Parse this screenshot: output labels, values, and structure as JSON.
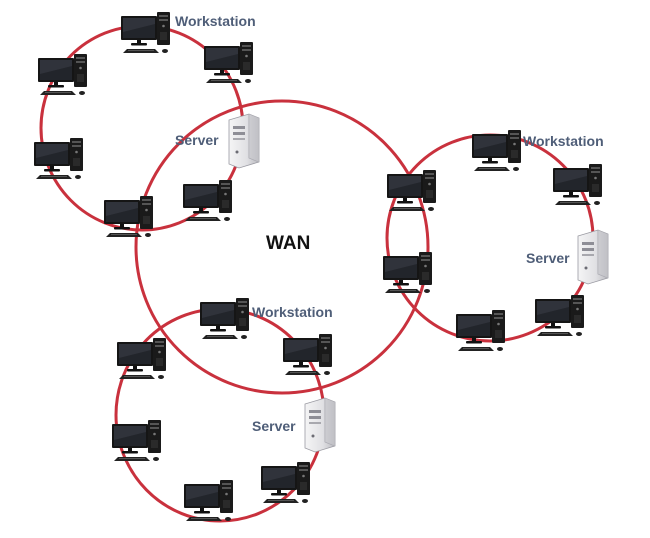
{
  "labels": {
    "workstation": "Workstation",
    "server": "Server",
    "wan": "WAN"
  },
  "colors": {
    "link": "#c9313d",
    "monitor": "#151515",
    "screen": "#1d1f24",
    "tower": "#1a1a1a",
    "server_body": "#e4e4e6",
    "label": "#4f5e78"
  },
  "icons": {
    "workstation": "desktop-computer-icon",
    "server": "server-tower-icon"
  }
}
